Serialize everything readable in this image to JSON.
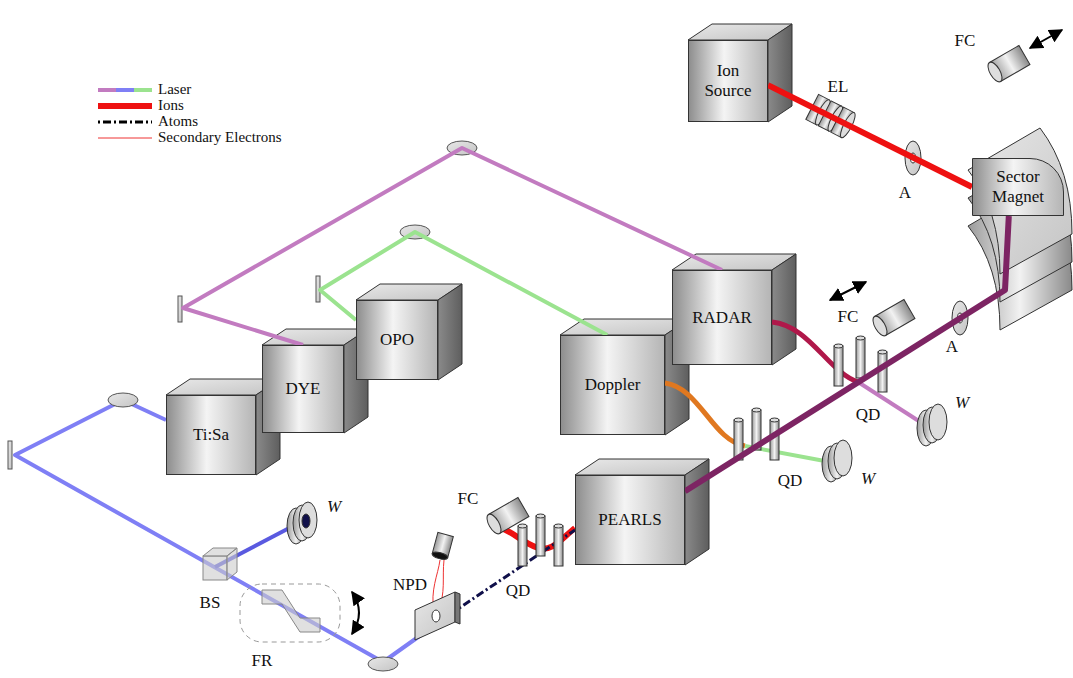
{
  "diagram": {
    "nodes": [
      {
        "text": [
          "Ion Source"
        ]
      },
      {
        "text": [
          "Sector Magnet"
        ]
      },
      {
        "text": [
          "RADAR"
        ]
      },
      {
        "text": [
          "OPO"
        ]
      },
      {
        "text": [
          "Doppler"
        ]
      },
      {
        "text": [
          "DYE"
        ]
      },
      {
        "text": [
          "Ti:Sa"
        ]
      },
      {
        "text": [
          "PEARLS"
        ]
      }
    ],
    "edges": [
      {
        "from": 0,
        "to": 1,
        "arrow": "none"
      },
      {
        "from": 1,
        "to": 7,
        "arrow": "none"
      },
      {
        "from": 5,
        "to": 2,
        "arrow": "none"
      },
      {
        "from": 3,
        "to": 4,
        "arrow": "none"
      }
    ],
    "labels": [
      "EL",
      "FC",
      "A",
      "FC",
      "A",
      "QD",
      "QD",
      "QD",
      "W",
      "W",
      "W",
      "BS",
      "FR",
      "NPD",
      "FC"
    ],
    "legend": [
      {
        "text": "Laser"
      },
      {
        "text": "Ions"
      },
      {
        "text": "Atoms"
      },
      {
        "text": "Secondary Electrons"
      }
    ]
  }
}
